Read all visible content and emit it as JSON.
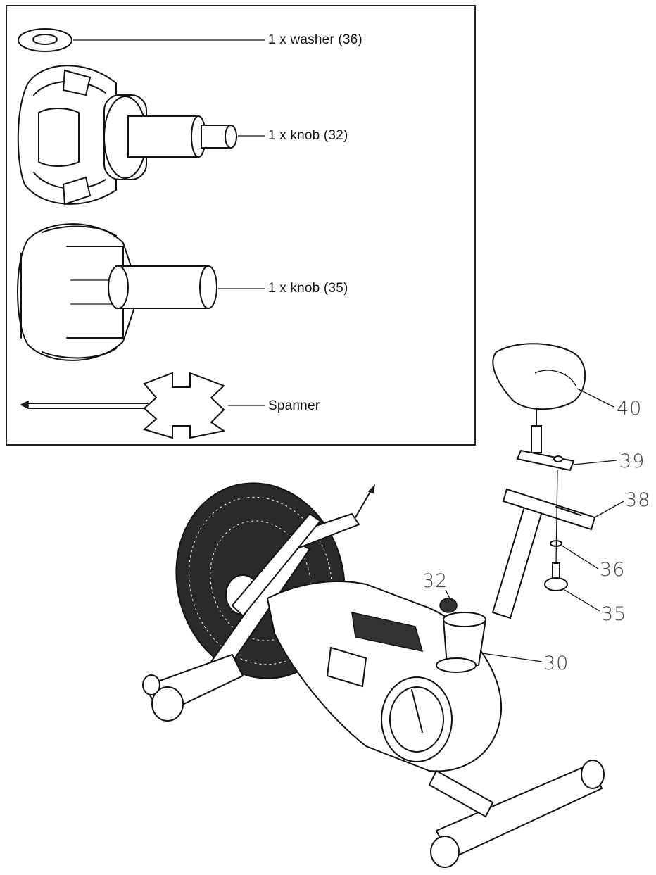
{
  "parts": {
    "washer_label": "1 x washer (36)",
    "knob32_label": "1 x knob (32)",
    "knob35_label": "1 x knob (35)",
    "spanner_label": "Spanner"
  },
  "callouts": {
    "c40": "40",
    "c39": "39",
    "c38": "38",
    "c36": "36",
    "c35": "35",
    "c32": "32",
    "c30": "30"
  }
}
